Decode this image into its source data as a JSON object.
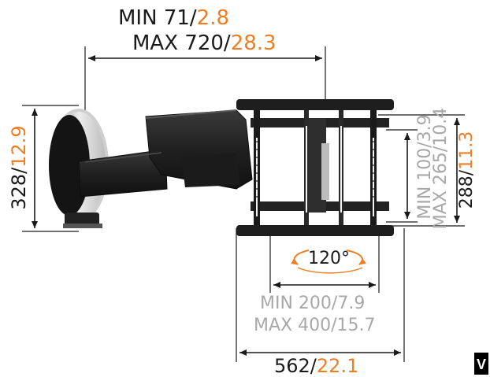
{
  "top_dimension": {
    "min_mm": "MIN 71/",
    "min_in": "2.8",
    "max_mm": "MAX 720/",
    "max_in": "28.3"
  },
  "left_dimension": {
    "mm": "328/",
    "in": "12.9"
  },
  "right_dimension": {
    "min_label": "MIN 100/3.9",
    "max_label": "MAX 265/10.4",
    "mm": "288/",
    "in": "11.3"
  },
  "rotation": {
    "label": "120°"
  },
  "bracket_width": {
    "min_mm": "MIN 200/",
    "min_in": "7.9",
    "max_mm": "MAX 400/",
    "max_in": "15.7"
  },
  "bottom_dimension": {
    "mm": "562/",
    "in": "22.1"
  },
  "brand": {
    "logo": "V"
  },
  "colors": {
    "accent": "#ef7d22",
    "gray": "#a8a8a8",
    "dark": "#1a1a1a"
  }
}
